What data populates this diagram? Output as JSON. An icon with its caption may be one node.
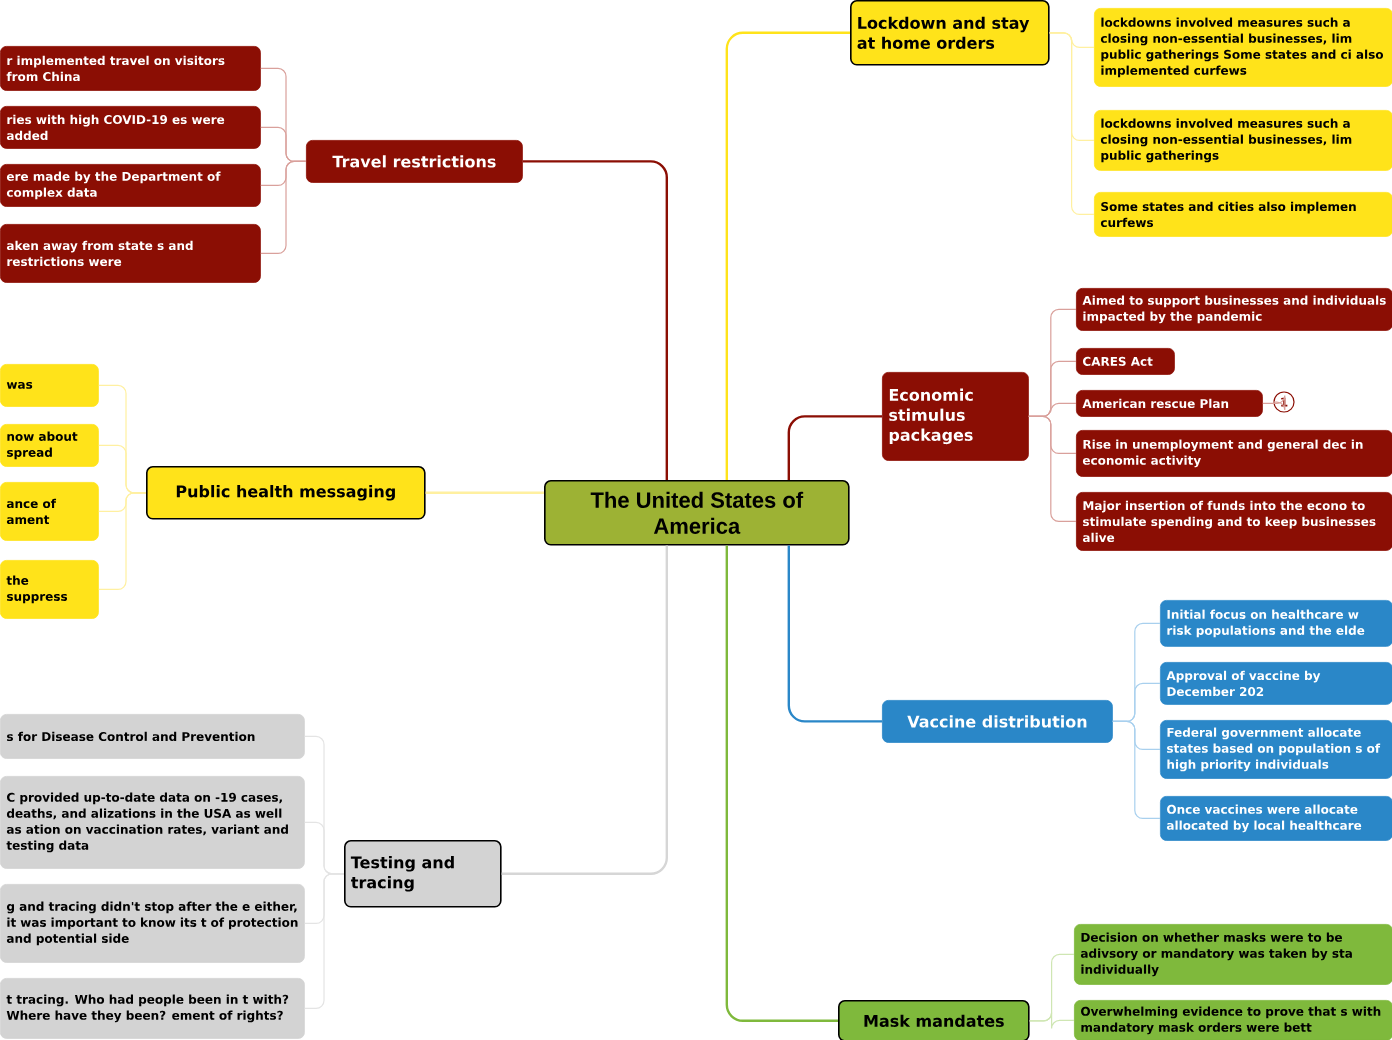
{
  "diagram": {
    "nodes": [
      {
        "text": [
          "The United States of America"
        ]
      },
      {
        "text": [
          "Travel restrictions"
        ]
      },
      {
        "text": [
          "r implemented travel on visitors from China"
        ]
      },
      {
        "text": [
          "ries with high COVID-19 es were added"
        ]
      },
      {
        "text": [
          "ere made by the Department of complex data"
        ]
      },
      {
        "text": [
          "aken away from state s and restrictions were"
        ]
      },
      {
        "text": [
          "Public health messaging"
        ]
      },
      {
        "text": [
          "was"
        ]
      },
      {
        "text": [
          "now about spread"
        ]
      },
      {
        "text": [
          "ance of ament"
        ]
      },
      {
        "text": [
          "the suppress"
        ]
      },
      {
        "text": [
          "Testing and tracing"
        ]
      },
      {
        "text": [
          "s for Disease Control and Prevention"
        ]
      },
      {
        "text": [
          "C provided up-to-date data on -19 cases, deaths, and alizations in the USA as well as ation on vaccination rates, variant and testing data"
        ]
      },
      {
        "text": [
          "g and tracing didn't stop after the e either, it was important to know its t of protection and potential side"
        ]
      },
      {
        "text": [
          "t tracing. Who had people been in t with? Where have they been? ement of rights?"
        ]
      },
      {
        "text": [
          "Lockdown and stay at home orders"
        ]
      },
      {
        "text": [
          "lockdowns involved measures such a closing non-essential businesses, lim public gatherings Some states and ci also implemented curfews"
        ]
      },
      {
        "text": [
          "lockdowns involved measures such a closing non-essential businesses, lim public gatherings"
        ]
      },
      {
        "text": [
          "Some states and cities also implemen curfews"
        ]
      },
      {
        "text": [
          "Economic stimulus packages"
        ]
      },
      {
        "text": [
          "Aimed to support businesses and individuals impacted by the pandemic"
        ]
      },
      {
        "text": [
          "CARES Act"
        ]
      },
      {
        "text": [
          "American rescue Plan"
        ]
      },
      {
        "text": [
          "Rise in unemployment and general dec in economic activity"
        ]
      },
      {
        "text": [
          "Major insertion of funds into the econo to stimulate spending and to keep businesses alive"
        ]
      },
      {
        "text": [
          "1"
        ]
      },
      {
        "text": [
          "Vaccine distribution"
        ]
      },
      {
        "text": [
          "Initial focus on healthcare w risk populations and the elde"
        ]
      },
      {
        "text": [
          "Approval of vaccine by December 202"
        ]
      },
      {
        "text": [
          "Federal government allocate states based on population s of high priority individuals"
        ]
      },
      {
        "text": [
          "Once vaccines were allocate allocated by local healthcare"
        ]
      },
      {
        "text": [
          "Mask mandates"
        ]
      },
      {
        "text": [
          "Decision on whether masks were to be adivsory or mandatory was taken by sta individually"
        ]
      },
      {
        "text": [
          "Overwhelming evidence to prove that s with mandatory mask orders were bett"
        ]
      }
    ],
    "edges": [
      {
        "from": 0,
        "to": 1,
        "arrow": "none",
        "color": "#8b0e04"
      },
      {
        "from": 1,
        "to": 2,
        "arrow": "none",
        "color": "#d9a09b"
      },
      {
        "from": 1,
        "to": 3,
        "arrow": "none",
        "color": "#d9a09b"
      },
      {
        "from": 1,
        "to": 4,
        "arrow": "none",
        "color": "#d9a09b"
      },
      {
        "from": 1,
        "to": 5,
        "arrow": "none",
        "color": "#d9a09b"
      },
      {
        "from": 0,
        "to": 6,
        "arrow": "none",
        "color": "#fff0a0"
      },
      {
        "from": 6,
        "to": 7,
        "arrow": "none",
        "color": "#fff0a0"
      },
      {
        "from": 6,
        "to": 8,
        "arrow": "none",
        "color": "#fff0a0"
      },
      {
        "from": 6,
        "to": 9,
        "arrow": "none",
        "color": "#fff0a0"
      },
      {
        "from": 6,
        "to": 10,
        "arrow": "none",
        "color": "#fff0a0"
      },
      {
        "from": 0,
        "to": 11,
        "arrow": "none",
        "color": "#d6d6d6"
      },
      {
        "from": 11,
        "to": 12,
        "arrow": "none",
        "color": "#e4e4e4"
      },
      {
        "from": 11,
        "to": 13,
        "arrow": "none",
        "color": "#e4e4e4"
      },
      {
        "from": 11,
        "to": 14,
        "arrow": "none",
        "color": "#e4e4e4"
      },
      {
        "from": 11,
        "to": 15,
        "arrow": "none",
        "color": "#e4e4e4"
      },
      {
        "from": 0,
        "to": 16,
        "arrow": "none",
        "color": "#ffe31a"
      },
      {
        "from": 16,
        "to": 17,
        "arrow": "none",
        "color": "#fff0a0"
      },
      {
        "from": 16,
        "to": 18,
        "arrow": "none",
        "color": "#fff0a0"
      },
      {
        "from": 16,
        "to": 19,
        "arrow": "none",
        "color": "#fff0a0"
      },
      {
        "from": 0,
        "to": 20,
        "arrow": "none",
        "color": "#8b0e04"
      },
      {
        "from": 20,
        "to": 21,
        "arrow": "none",
        "color": "#d9a09b"
      },
      {
        "from": 20,
        "to": 22,
        "arrow": "none",
        "color": "#d9a09b"
      },
      {
        "from": 20,
        "to": 23,
        "arrow": "none",
        "color": "#d9a09b"
      },
      {
        "from": 20,
        "to": 24,
        "arrow": "none",
        "color": "#d9a09b"
      },
      {
        "from": 20,
        "to": 25,
        "arrow": "none",
        "color": "#d9a09b"
      },
      {
        "from": 23,
        "to": 26,
        "arrow": "none",
        "color": "#d9a09b"
      },
      {
        "from": 0,
        "to": 27,
        "arrow": "none",
        "color": "#2a87c8"
      },
      {
        "from": 27,
        "to": 28,
        "arrow": "none",
        "color": "#a8d0ee"
      },
      {
        "from": 27,
        "to": 29,
        "arrow": "none",
        "color": "#a8d0ee"
      },
      {
        "from": 27,
        "to": 30,
        "arrow": "none",
        "color": "#a8d0ee"
      },
      {
        "from": 27,
        "to": 31,
        "arrow": "none",
        "color": "#a8d0ee"
      },
      {
        "from": 0,
        "to": 32,
        "arrow": "none",
        "color": "#7fb93c"
      },
      {
        "from": 32,
        "to": 33,
        "arrow": "none",
        "color": "#cfe6b3"
      },
      {
        "from": 32,
        "to": 34,
        "arrow": "none",
        "color": "#cfe6b3"
      }
    ]
  }
}
